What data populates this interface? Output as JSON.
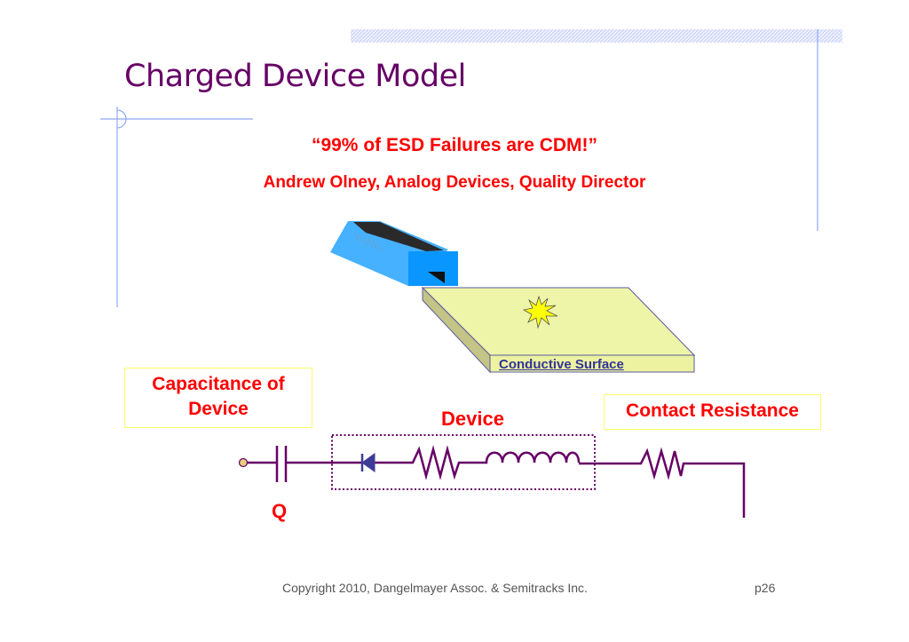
{
  "slide": {
    "title": "Charged Device Model",
    "quote": "“99% of ESD Failures are CDM!”",
    "attribution": "Andrew Olney, Analog Devices,  Quality Director",
    "conductive_surface_label": "Conductive Surface",
    "capacitance_label_line1": "Capacitance of",
    "capacitance_label_line2": "Device",
    "device_label": "Device",
    "contact_resistance_label": "Contact Resistance",
    "charge_label": "Q",
    "footer": "Copyright 2010, Dangelmayer Assoc. & Semitracks Inc.",
    "page_number": "p26"
  },
  "colors": {
    "title": "#660066",
    "emphasis": "#ff0000",
    "circuit": "#660066",
    "guide_lines": "#8fa8f5",
    "chip": "#1e9bff",
    "surface": "#eef5a8"
  }
}
